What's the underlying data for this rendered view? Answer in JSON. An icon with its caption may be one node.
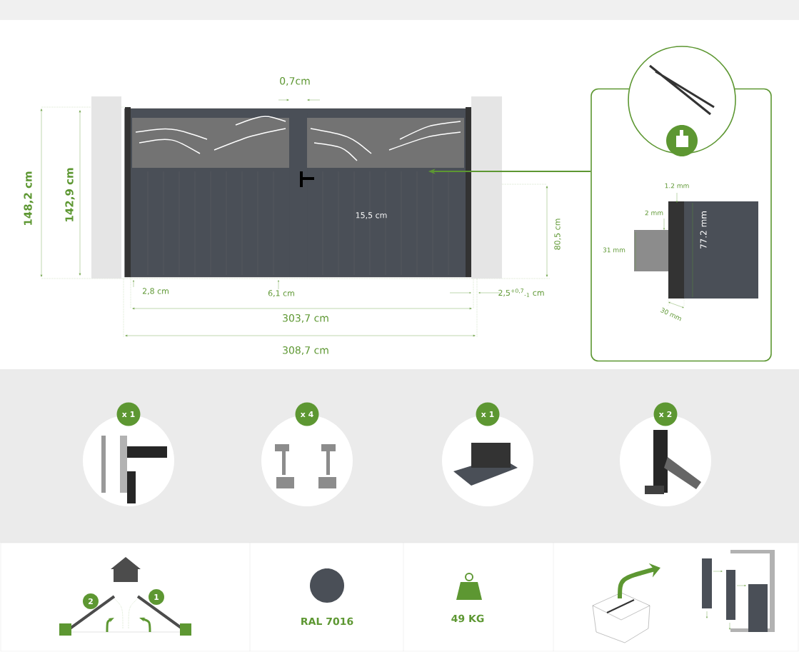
{
  "diagram": {
    "nodes": [
      {
        "text": [],
        "shape": "picture"
      },
      {
        "text": [],
        "shape": "box"
      }
    ],
    "edges": [
      {
        "from": 1,
        "to": 0,
        "arrow": "to"
      }
    ],
    "labels": [
      "0,7cm",
      "148,2 cm",
      "142,9 cm",
      "1.2 mm",
      "15,5 cm",
      "2 mm",
      "80,5 cm",
      "31 mm",
      "77.2 mm",
      "2,8 cm",
      "6,1 cm",
      "2,5$^{+0,7}$$_{-1}$ cm",
      "30 mm",
      "303,7 cm",
      "308,7 cm",
      "x 1",
      "x 4",
      "x 1",
      "x 2",
      "2",
      "1",
      "RAL 7016",
      "49 KG"
    ]
  }
}
